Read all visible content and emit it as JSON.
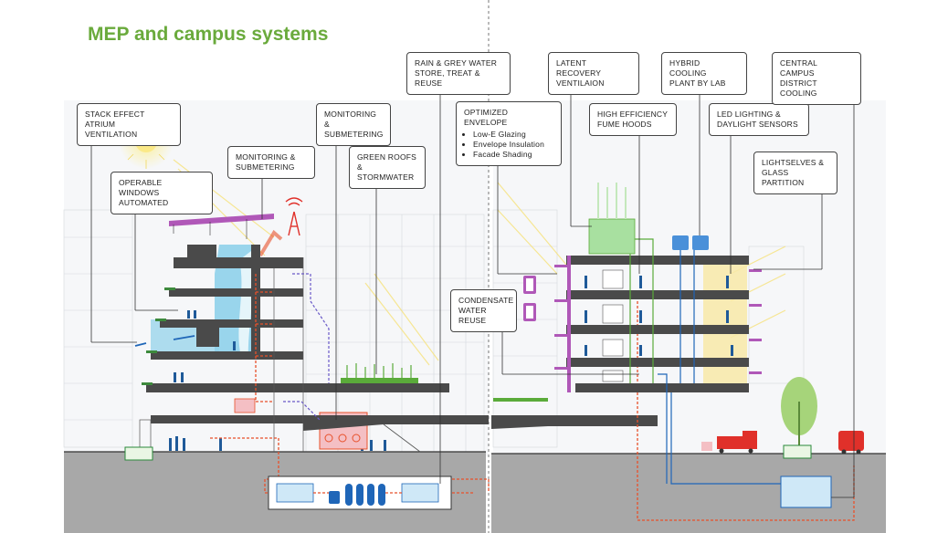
{
  "title": "MEP and campus systems",
  "callouts": {
    "stack_effect": [
      "STACK EFFECT ATRIUM",
      "VENTILATION"
    ],
    "operable_windows": [
      "OPERABLE WINDOWS",
      "AUTOMATED"
    ],
    "monitoring_1": [
      "MONITORING &",
      "SUBMETERING"
    ],
    "monitoring_2": [
      "MONITORING &",
      "SUBMETERING"
    ],
    "green_roofs": [
      "GREEN ROOFS",
      "& STORMWATER"
    ],
    "rain_grey": [
      "RAIN & GREY WATER",
      "STORE, TREAT & REUSE"
    ],
    "optimized_envelope": {
      "heading": "OPTIMIZED ENVELOPE",
      "items": [
        "Low-E Glazing",
        "Envelope Insulation",
        "Facade Shading"
      ]
    },
    "condensate": [
      "CONDENSATE",
      "WATER REUSE"
    ],
    "latent_recovery": [
      "LATENT RECOVERY",
      "VENTILAION"
    ],
    "fume_hoods": [
      "HIGH EFFICIENCY",
      "FUME HOODS"
    ],
    "hybrid_cooling": [
      "HYBRID COOLING",
      "PLANT BY LAB"
    ],
    "led_lighting": [
      "LED LIGHTING &",
      "DAYLIGHT SENSORS"
    ],
    "lightshelves": [
      "LIGHTSELVES &",
      "GLASS PARTITION"
    ],
    "district_cooling": [
      "CENTRAL CAMPUS",
      "DISTRICT COOLING"
    ]
  },
  "colors": {
    "title_green": "#6aaa3c",
    "slab_dark": "#4a4a4a",
    "ground": "#a8a8a8",
    "water_blue": "#1f66b8",
    "atrium_blue": "#8fd0ea",
    "pipe_orange": "#e8502a",
    "pipe_purple": "#6a5ac8",
    "envelope_magenta": "#b058b8",
    "recovery_green": "#8fd48a",
    "sun_yellow": "#f6e27a",
    "vehicle_red": "#e0302a"
  }
}
